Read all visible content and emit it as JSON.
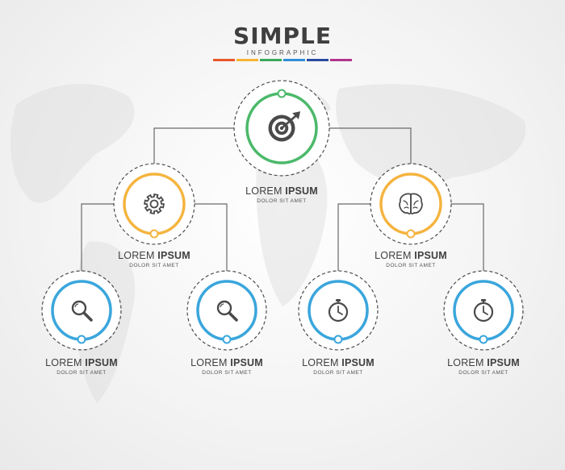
{
  "header": {
    "title": "SIMPLE",
    "subtitle": "INFOGRAPHIC",
    "bar_colors": [
      "#e8562a",
      "#f6b533",
      "#3aa95b",
      "#2f8fd8",
      "#2a4aa0",
      "#b2358c"
    ]
  },
  "colors": {
    "green": "#4cb96b",
    "orange": "#f5b43f",
    "blue": "#3aa6dc",
    "connector": "#6a6a6a",
    "dashed_ring": "#3f3f3f",
    "icon": "#4a4a4a"
  },
  "nodes": [
    {
      "id": "root",
      "icon": "target-icon",
      "accent": "green",
      "label_regular": "LOREM",
      "label_bold": "IPSUM",
      "sublabel": "DOLOR SIT AMET"
    },
    {
      "id": "left-branch",
      "icon": "gear-icon",
      "accent": "orange",
      "label_regular": "LOREM",
      "label_bold": "IPSUM",
      "sublabel": "DOLOR SIT AMET"
    },
    {
      "id": "right-branch",
      "icon": "brain-icon",
      "accent": "orange",
      "label_regular": "LOREM",
      "label_bold": "IPSUM",
      "sublabel": "DOLOR SIT AMET"
    },
    {
      "id": "leaf-1",
      "icon": "magnifier-icon",
      "accent": "blue",
      "label_regular": "LOREM",
      "label_bold": "IPSUM",
      "sublabel": "DOLOR SIT AMET"
    },
    {
      "id": "leaf-2",
      "icon": "magnifier-icon",
      "accent": "blue",
      "label_regular": "LOREM",
      "label_bold": "IPSUM",
      "sublabel": "DOLOR SIT AMET"
    },
    {
      "id": "leaf-3",
      "icon": "stopwatch-icon",
      "accent": "blue",
      "label_regular": "LOREM",
      "label_bold": "IPSUM",
      "sublabel": "DOLOR SIT AMET"
    },
    {
      "id": "leaf-4",
      "icon": "stopwatch-icon",
      "accent": "blue",
      "label_regular": "LOREM",
      "label_bold": "IPSUM",
      "sublabel": "DOLOR SIT AMET"
    }
  ]
}
